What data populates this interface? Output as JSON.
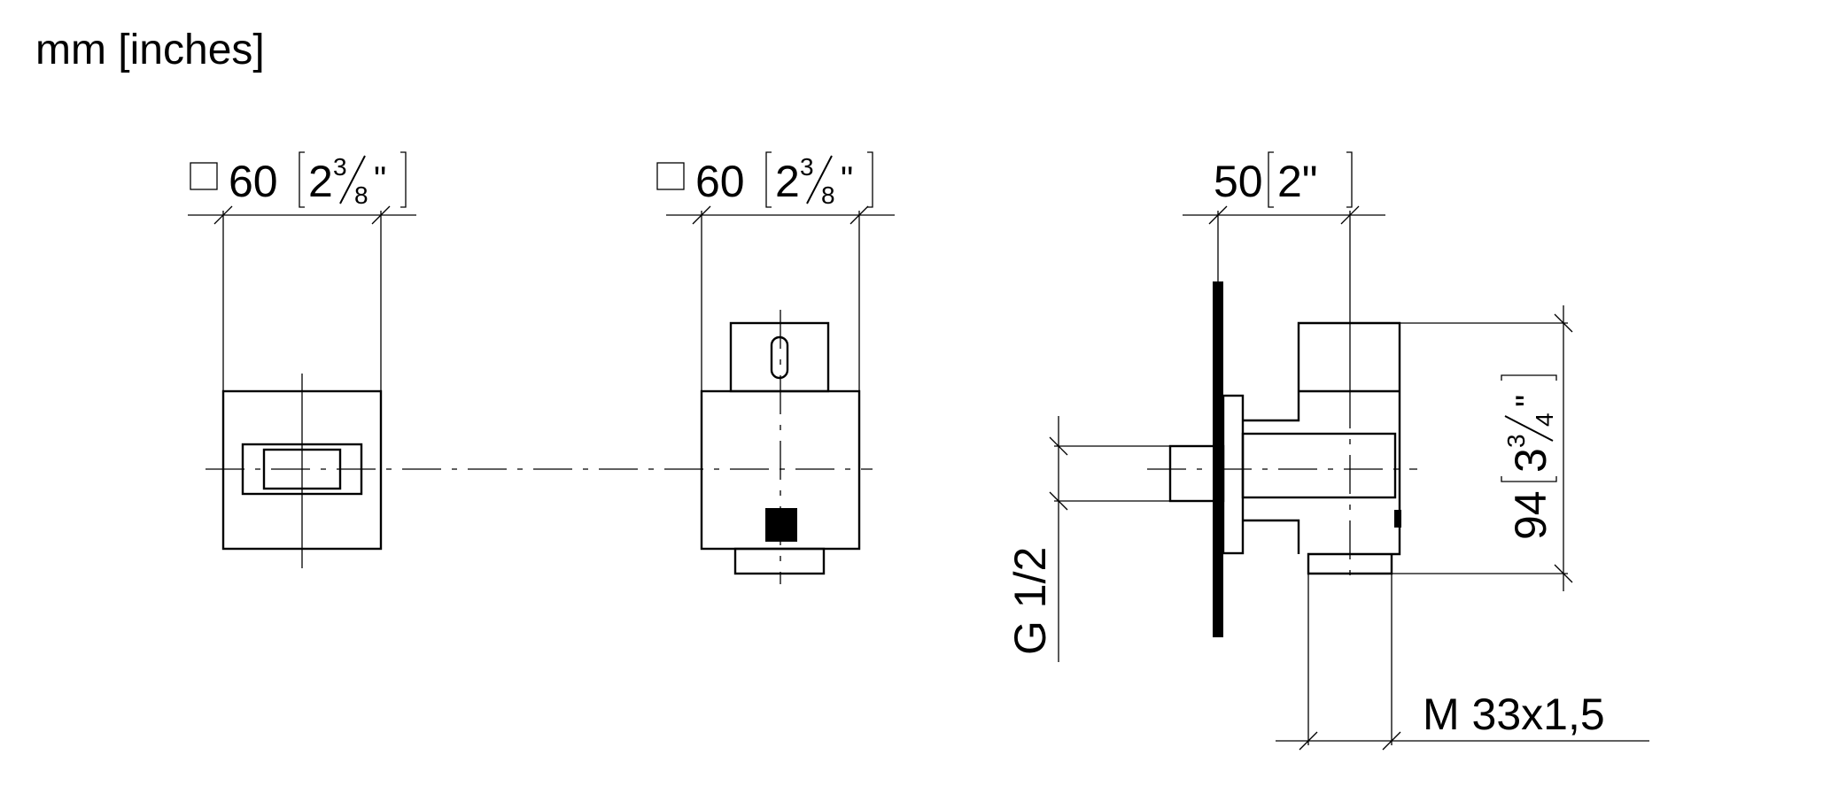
{
  "units_label": "mm [inches]",
  "views": {
    "front_handle": {
      "dimension": {
        "symbol": "□",
        "mm": "60",
        "inch_whole": "2",
        "inch_num": "3",
        "inch_den": "8",
        "inch_mark": "\""
      }
    },
    "front_body": {
      "dimension": {
        "symbol": "□",
        "mm": "60",
        "inch_whole": "2",
        "inch_num": "3",
        "inch_den": "8",
        "inch_mark": "\""
      }
    },
    "side": {
      "depth_dimension": {
        "mm": "50",
        "inch": "2\""
      },
      "height_dimension": {
        "mm": "94",
        "inch_whole": "3",
        "inch_num": "3",
        "inch_den": "4",
        "inch_mark": "\""
      },
      "thread_inlet": "G 1/2",
      "thread_outlet": "M 33x1,5"
    }
  },
  "colors": {
    "line": "#000000",
    "background": "#ffffff"
  }
}
